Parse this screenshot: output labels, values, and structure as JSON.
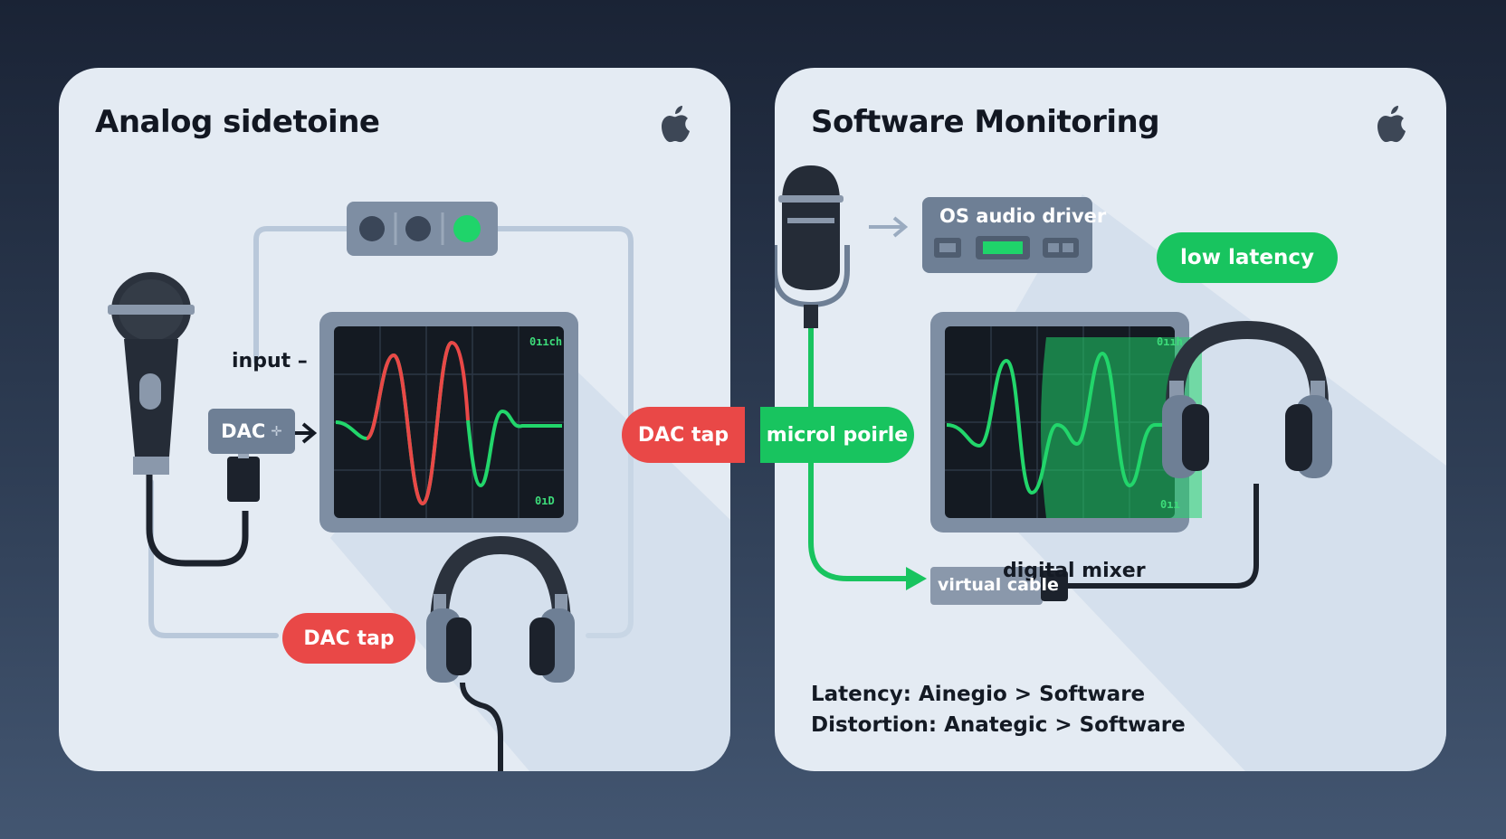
{
  "left_panel": {
    "title": "Analog sidetoine",
    "input_label": "input –",
    "dac_button_label": "DAC",
    "screen_tag_top": "0ııch",
    "screen_tag_bottom": "0ıD",
    "dac_tap_label": "DAC tap"
  },
  "center": {
    "dac_tap_label": "DAC tap",
    "microl_label": "microl poirle"
  },
  "right_panel": {
    "title": "Software Monitoring",
    "driver_label": "OS audio driver",
    "low_latency_label": "low latency",
    "screen_tag_top": "0ııh",
    "screen_tag_bottom": "0ıı",
    "digital_mixer_label": "digital mixer",
    "virtual_cable_label": "virtual cable",
    "latency_line": "Latency: Ainegio > Software",
    "distortion_line": "Distortion: Anategic > Software"
  },
  "colors": {
    "red": "#e94847",
    "green": "#18c45f",
    "panel": "#e4ebf3",
    "device": "#6e7f95",
    "screen": "#141a22"
  },
  "icons": [
    "apple-logo-icon",
    "microphone-icon",
    "headphones-icon",
    "arrow-right-icon",
    "audio-interface-icon",
    "oscilloscope-icon"
  ]
}
